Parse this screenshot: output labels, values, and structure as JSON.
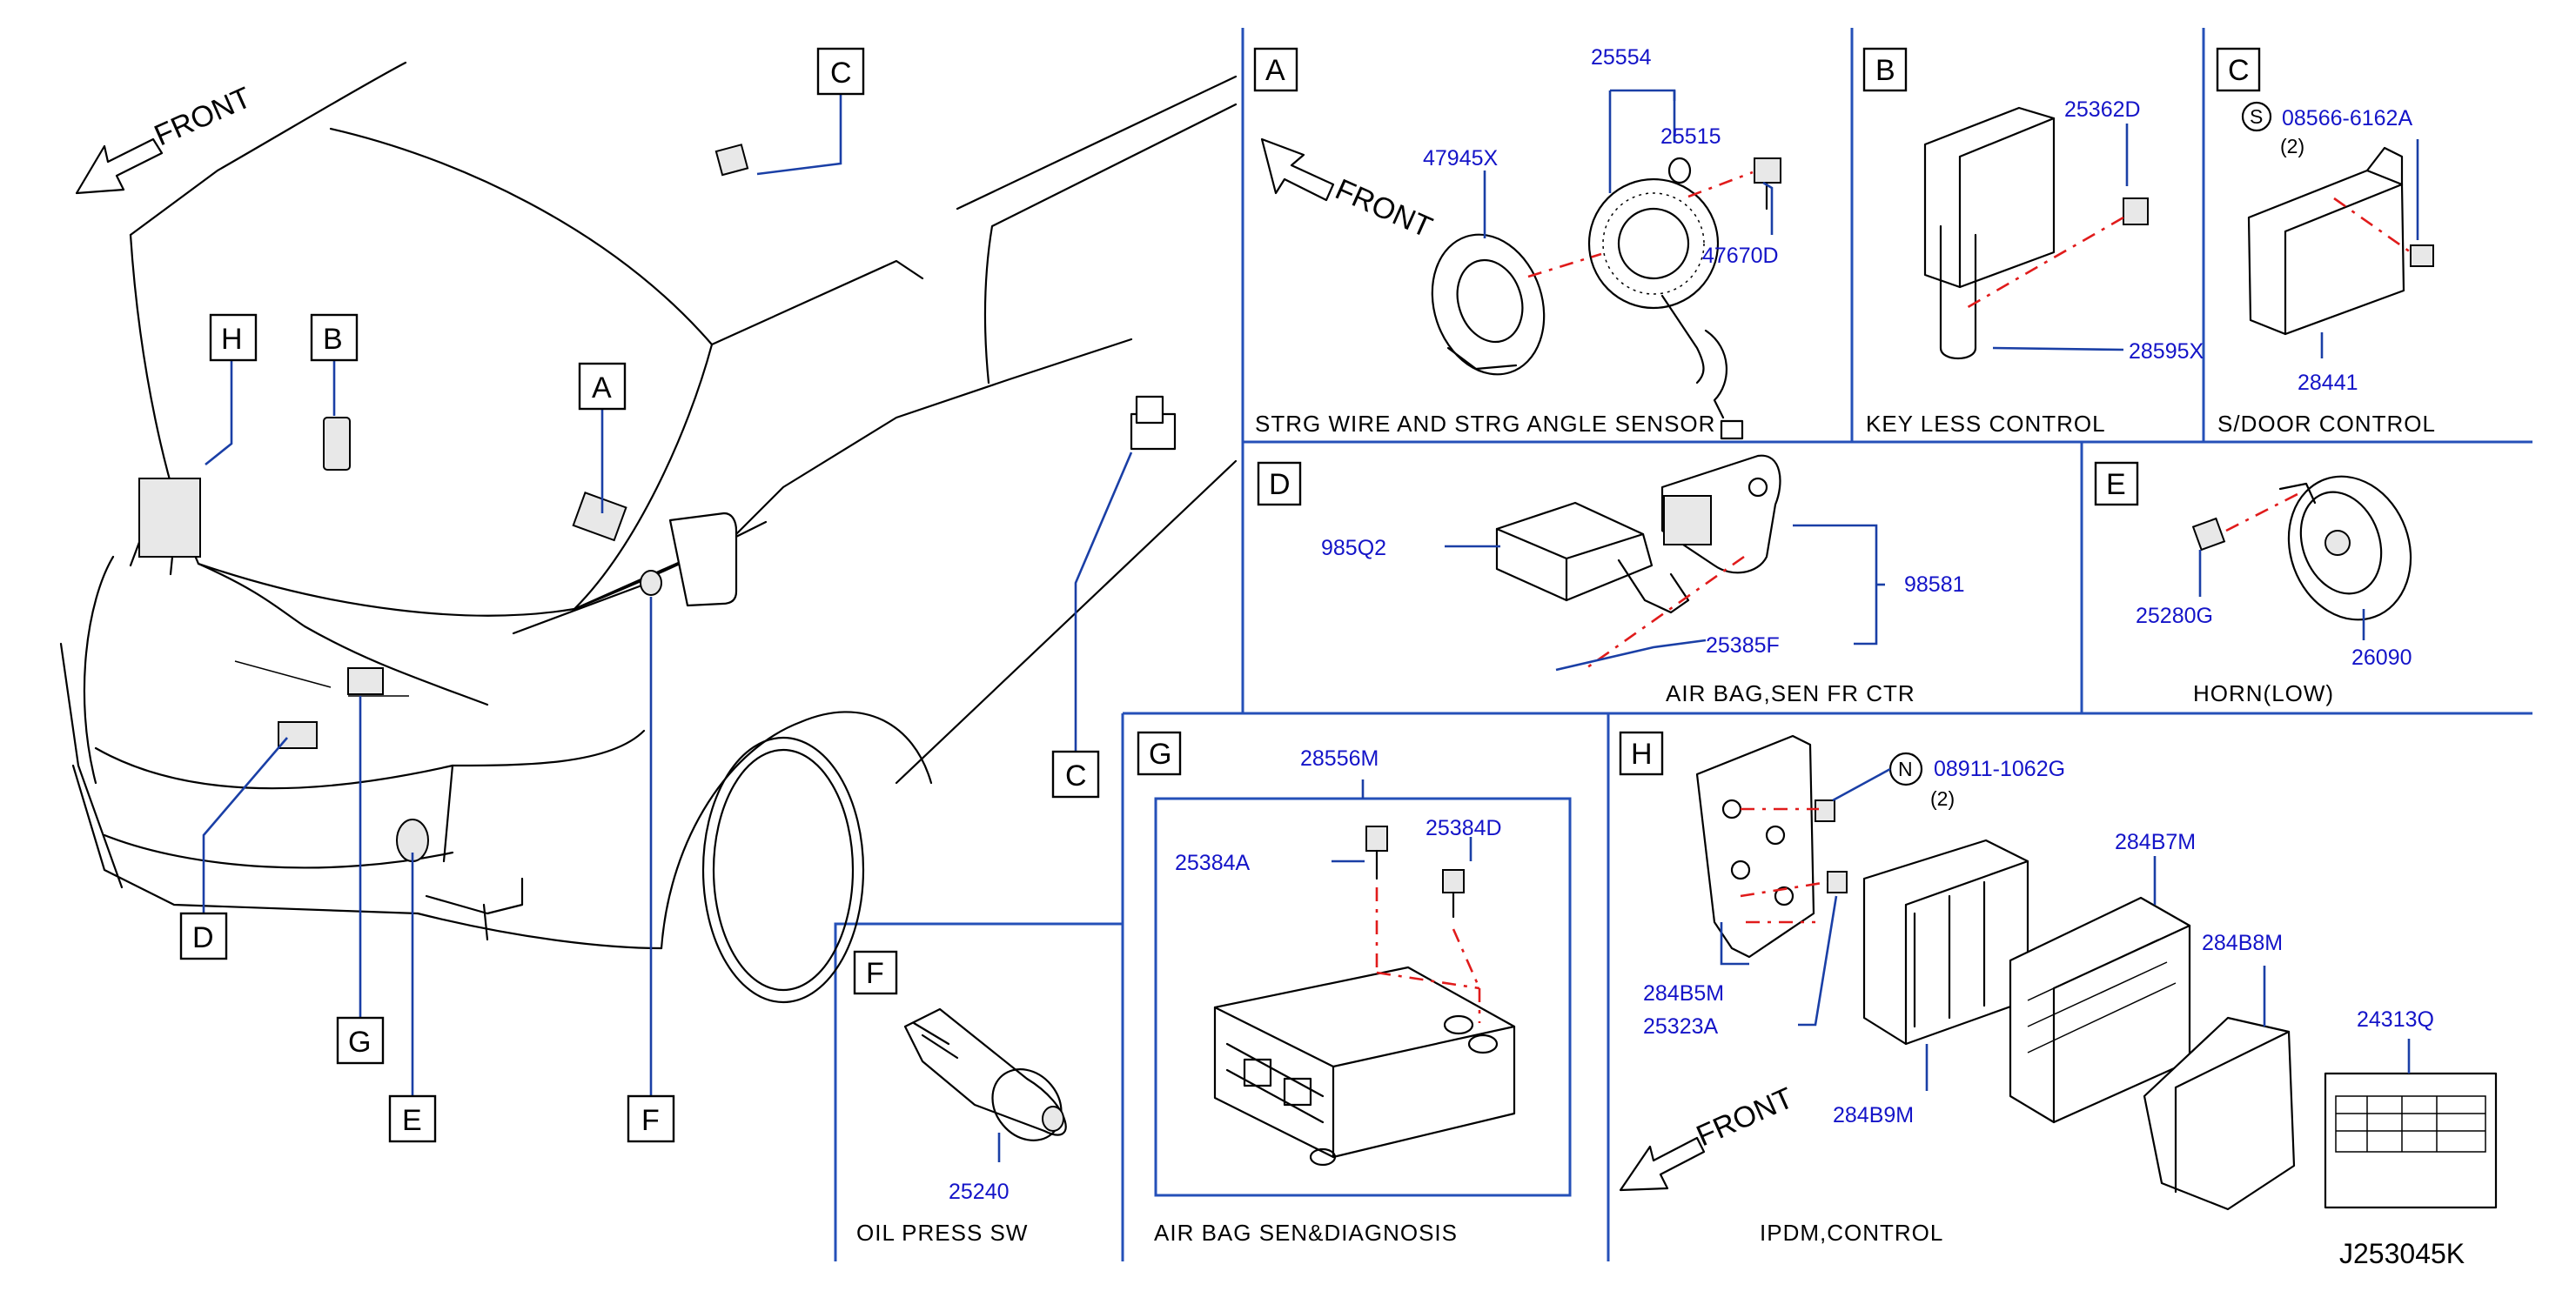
{
  "front_label": "FRONT",
  "vehicle_letters": {
    "A": "A",
    "B": "B",
    "C": "C",
    "D": "D",
    "E": "E",
    "F": "F",
    "G": "G",
    "H": "H"
  },
  "panels": {
    "A": {
      "letter": "A",
      "caption": "STRG   WIRE   AND   STRG   ANGLE   SENSOR",
      "front": "FRONT",
      "parts": [
        "25554",
        "25515",
        "47945X",
        "47670D"
      ]
    },
    "B": {
      "letter": "B",
      "caption": "KEY   LESS   CONTROL",
      "parts": [
        "25362D",
        "28595X"
      ]
    },
    "C": {
      "letter": "C",
      "caption": "S/DOOR   CONTROL",
      "symbol": "S",
      "parts": [
        "08566-6162A",
        "28441"
      ],
      "qty": "(2)"
    },
    "D": {
      "letter": "D",
      "caption": "AIR   BAG,SEN   FR   CTR",
      "parts": [
        "985Q2",
        "98581",
        "25385F"
      ]
    },
    "E": {
      "letter": "E",
      "caption": "HORN(LOW)",
      "parts": [
        "25280G",
        "26090"
      ]
    },
    "F": {
      "letter": "F",
      "caption": "OIL   PRESS   SW",
      "parts": [
        "25240"
      ]
    },
    "G": {
      "letter": "G",
      "caption": "AIR   BAG   SEN&DIAGNOSIS",
      "parts": [
        "28556M",
        "25384A",
        "25384D"
      ]
    },
    "H": {
      "letter": "H",
      "caption": "IPDM,CONTROL",
      "symbol": "N",
      "front": "FRONT",
      "parts": [
        "08911-1062G",
        "284B7M",
        "284B8M",
        "24313Q",
        "284B5M",
        "25323A",
        "284B9M"
      ],
      "qty": "(2)"
    }
  },
  "figure_id": "J253045K"
}
